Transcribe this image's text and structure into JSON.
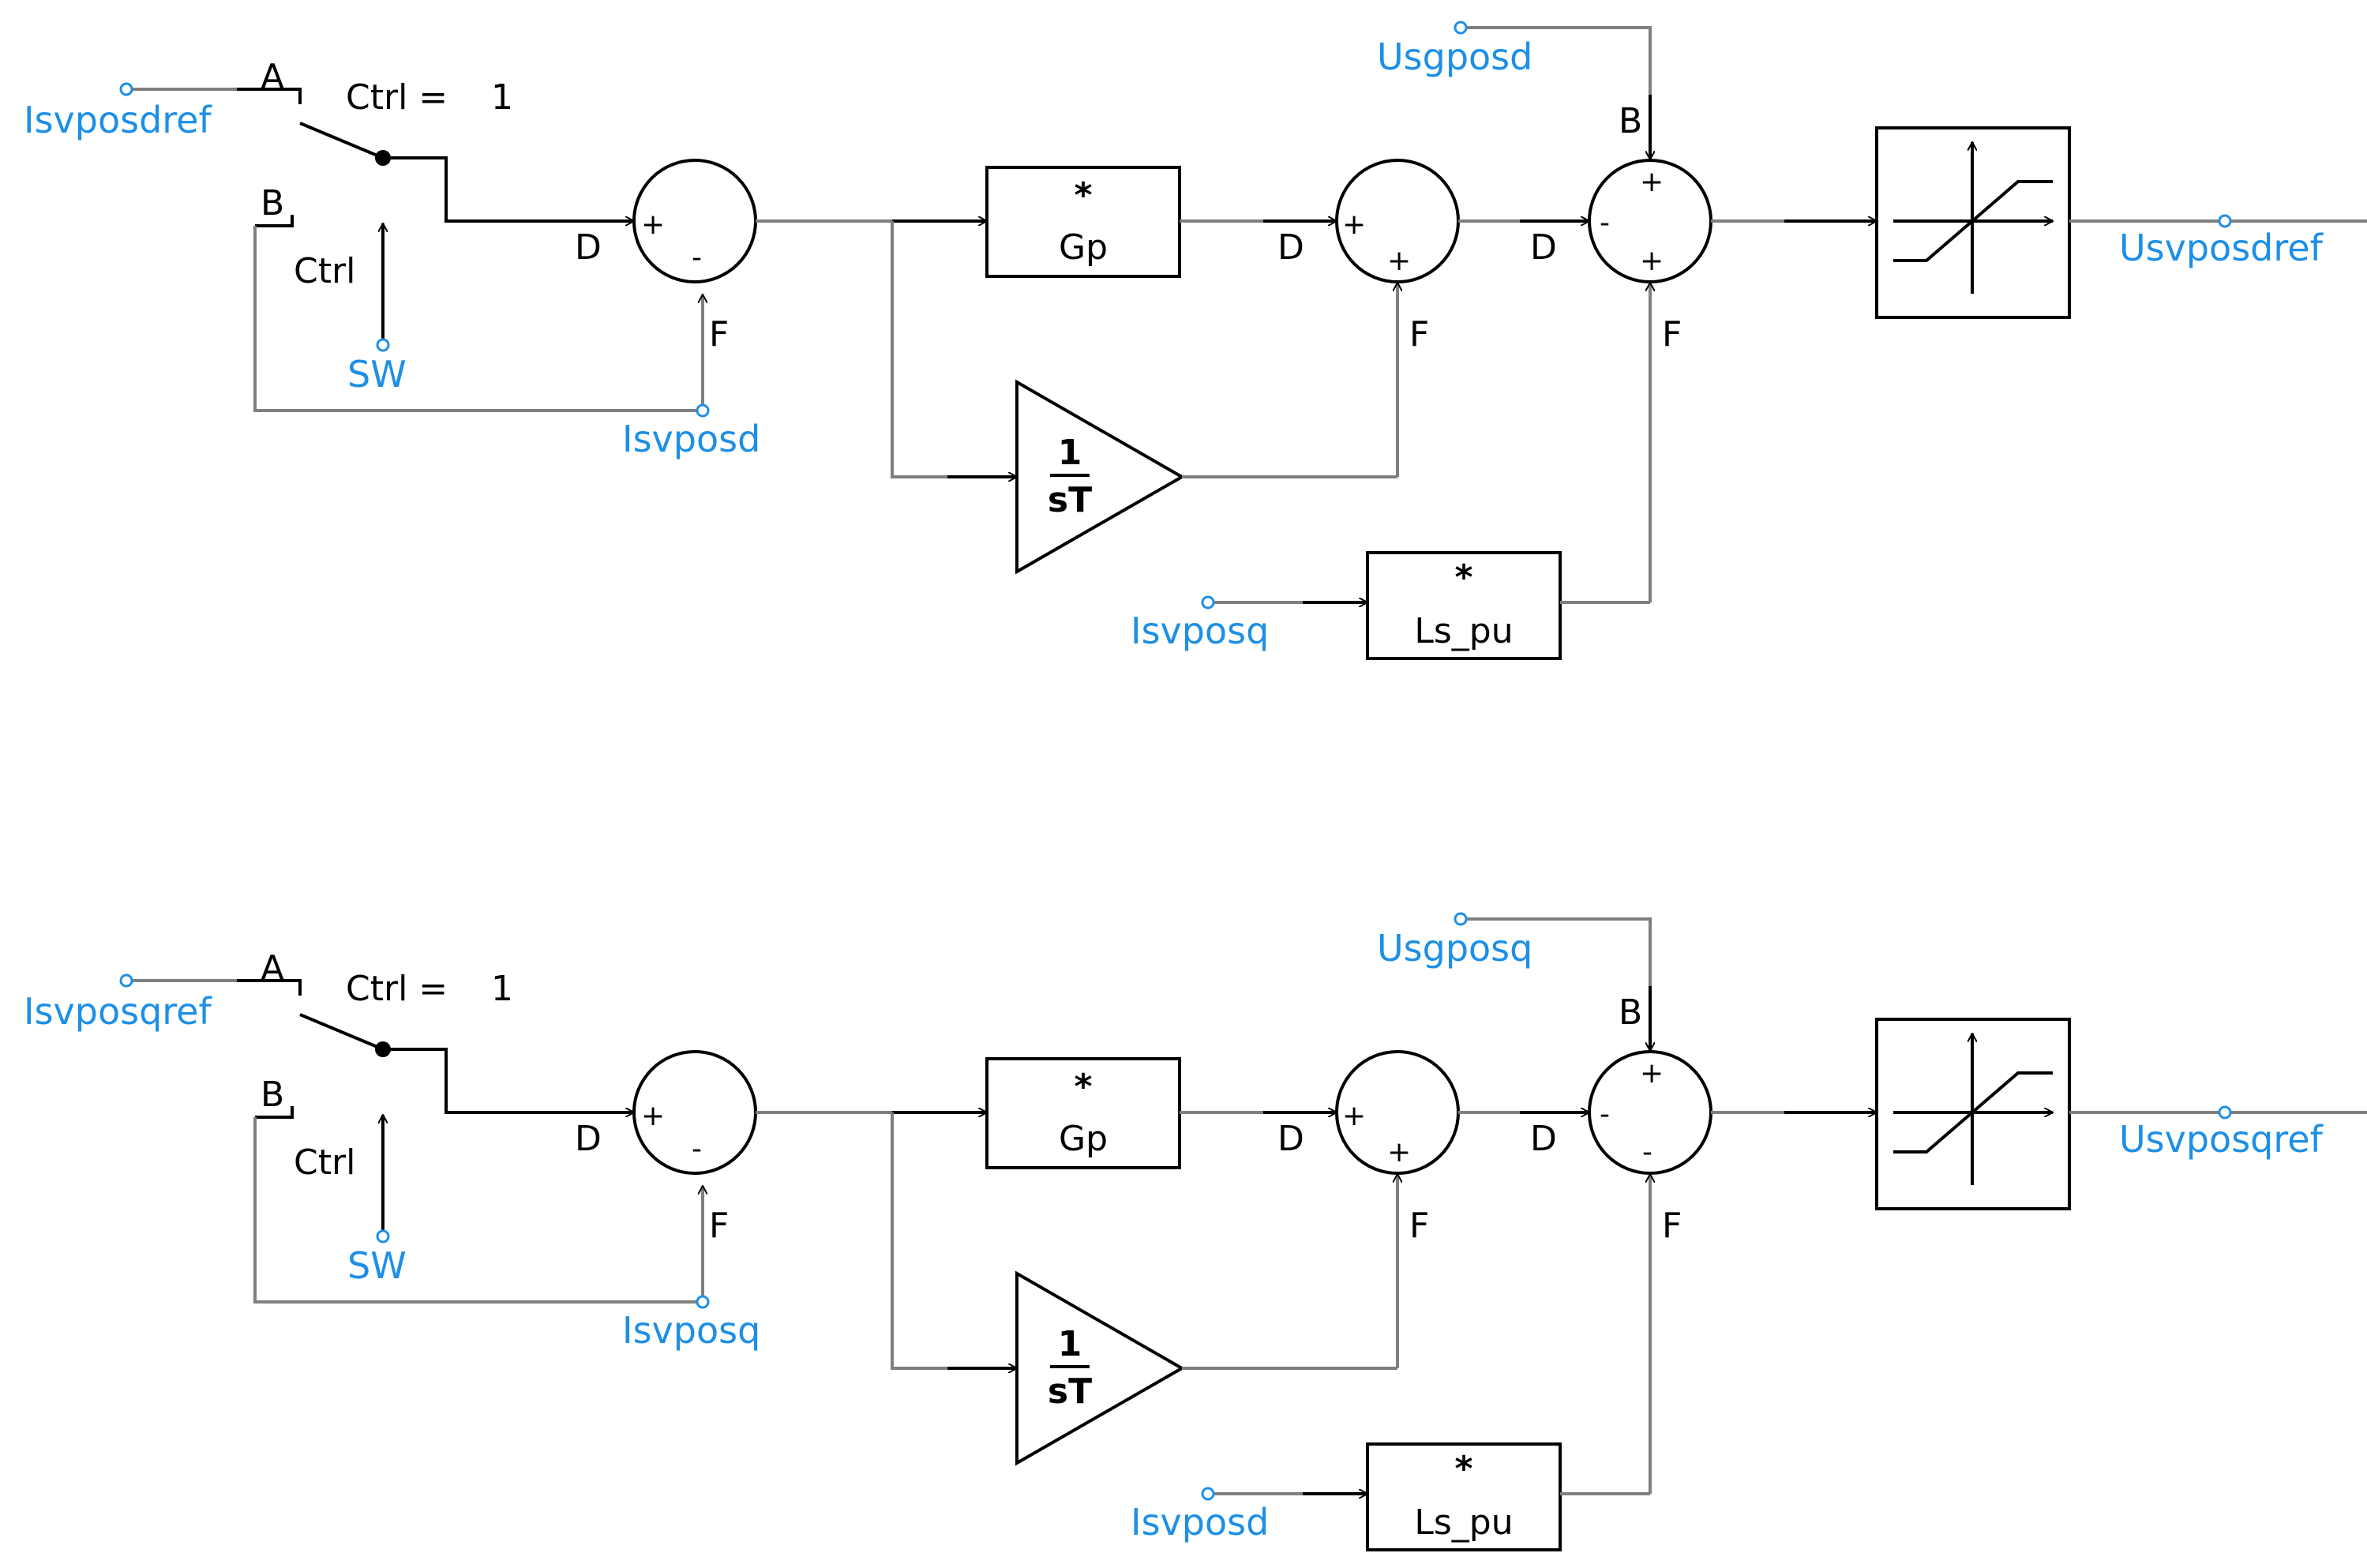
{
  "colors": {
    "signal_label": "#1e8fe6",
    "wire": "#7f7f7f",
    "block": "#000000",
    "background": "#ffffff"
  },
  "common": {
    "switch_in_a": "A",
    "switch_in_b": "B",
    "ctrl_text": "Ctrl =",
    "ctrl_value": "1",
    "ctrl_label": "Ctrl",
    "sw_label": "SW",
    "port_d": "D",
    "port_f": "F",
    "port_b": "B",
    "gain_symbol": "*",
    "gp_label": "Gp",
    "ls_label": "Ls_pu",
    "integ_num": "1",
    "integ_den": "sT",
    "sign_plus": "+",
    "sign_minus": "-"
  },
  "d_axis": {
    "ref_input": "Isvposdref",
    "feedback": "Isvposd",
    "voltage_ff": "Usgposd",
    "cross_input": "Isvposq",
    "output": "Usvposdref",
    "sum3_bottom_sign": "+"
  },
  "q_axis": {
    "ref_input": "Isvposqref",
    "feedback": "Isvposq",
    "voltage_ff": "Usgposq",
    "cross_input": "Isvposd",
    "output": "Usvposqref",
    "sum3_bottom_sign": "-"
  }
}
